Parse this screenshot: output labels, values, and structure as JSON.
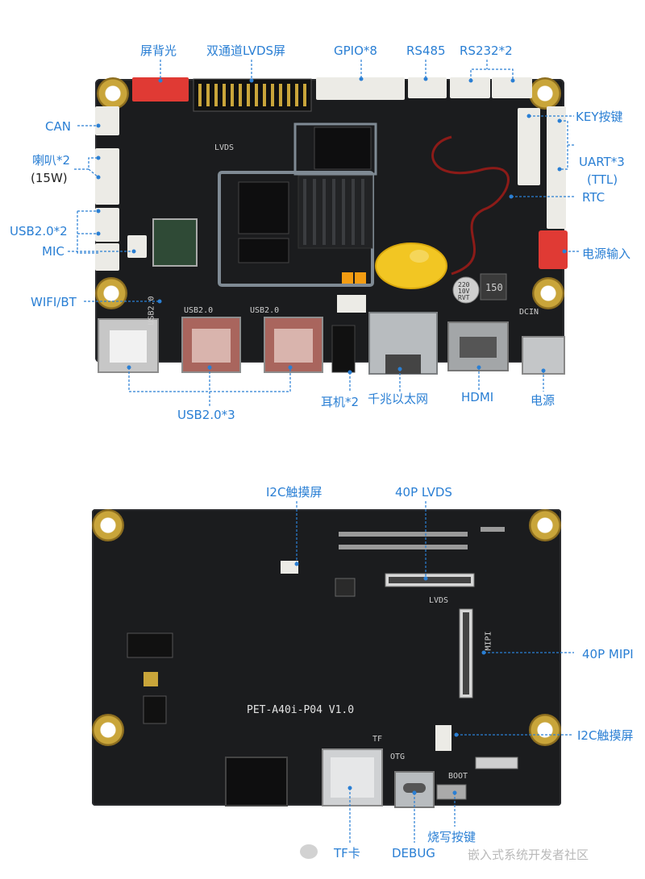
{
  "top_view": {
    "labels": {
      "backlight": "屏背光",
      "dual_lvds": "双通道LVDS屏",
      "gpio": "GPIO*8",
      "rs485": "RS485",
      "rs232": "RS232*2",
      "can": "CAN",
      "speaker": "喇叭*2",
      "speaker_power": "(15W)",
      "usb_left": "USB2.0*2",
      "mic": "MIC",
      "wifi_bt": "WIFI/BT",
      "key": "KEY按键",
      "uart": "UART*3",
      "uart_ttl": "(TTL)",
      "rtc": "RTC",
      "power_in": "电源输入",
      "earphone": "耳机*2",
      "ethernet": "千兆以太网",
      "hdmi": "HDMI",
      "power": "电源",
      "usb_bottom": "USB2.0*3"
    },
    "silk": {
      "lvds": "LVDS",
      "usb1": "USB2.0",
      "usb2": "USB2.0",
      "usb3": "USB2.0",
      "battery": "220\n10V\nRVT",
      "inductor": "150",
      "dcin": "DCIN"
    }
  },
  "bottom_view": {
    "labels": {
      "i2c_touch_top": "I2C触摸屏",
      "lvds_40p": "40P LVDS",
      "mipi_40p": "40P MIPI",
      "i2c_touch_right": "I2C触摸屏",
      "tf_card": "TF卡",
      "debug": "DEBUG",
      "burn_key": "烧写按键"
    },
    "silk": {
      "model": "PET-A40i-P04 V1.0",
      "lvds": "LVDS",
      "mipi": "MIPI",
      "tf": "TF",
      "otg": "OTG",
      "boot": "BOOT"
    }
  },
  "watermark": "嵌入式系统开发者社区",
  "colors": {
    "label": "#2a7fd4",
    "pcb": "#1b1c1e",
    "gold": "#c9a53a",
    "connector_white": "#ecebe6",
    "connector_red": "#e03a34"
  }
}
